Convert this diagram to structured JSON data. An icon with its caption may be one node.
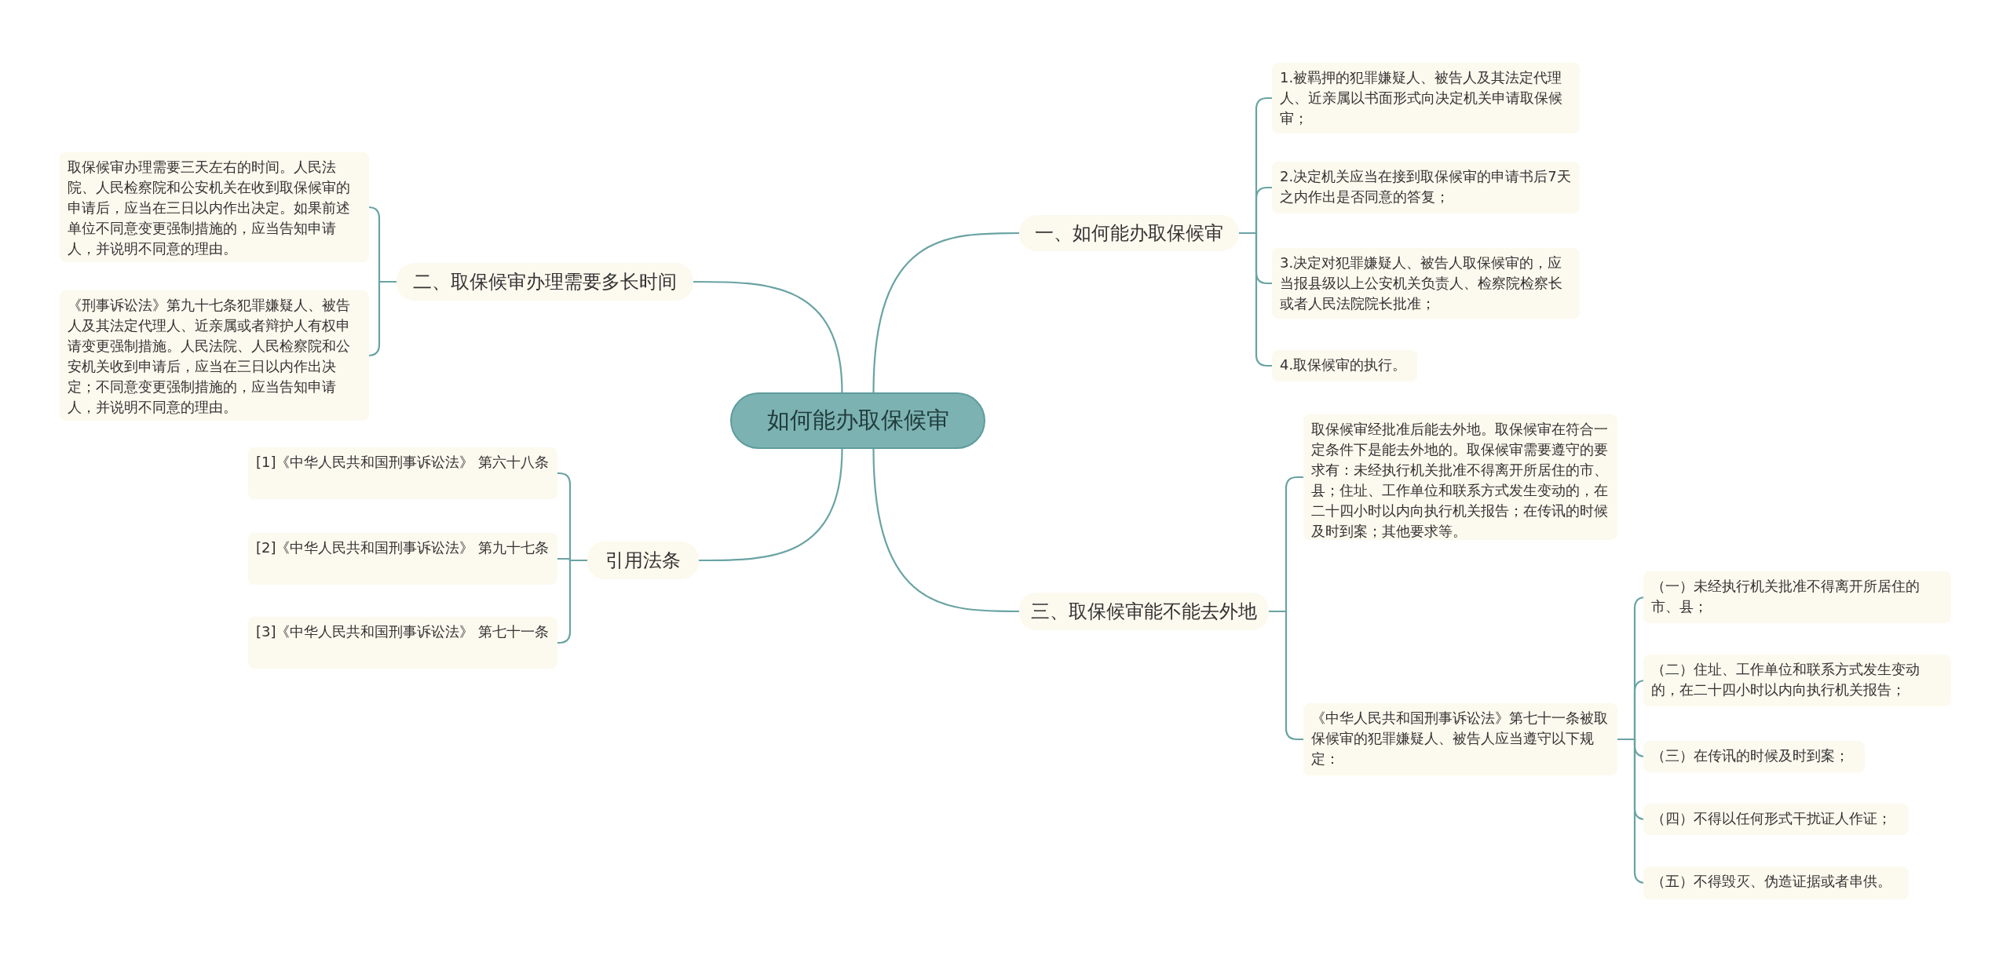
{
  "diagram": {
    "nodes": [
      {
        "text": [
          "如何能办取保候审"
        ]
      },
      {
        "text": [
          "一、如何能办取保候审"
        ]
      },
      {
        "text": [
          "1.被羁押的犯罪嫌疑人、被告人及其法定代理人、近亲属以书面形式向决定机关申请取保候审；"
        ]
      },
      {
        "text": [
          "2.决定机关应当在接到取保候审的申请书后7天之内作出是否同意的答复；"
        ]
      },
      {
        "text": [
          "3.决定对犯罪嫌疑人、被告人取保候审的，应当报县级以上公安机关负责人、检察院检察长或者人民法院院长批准；"
        ]
      },
      {
        "text": [
          "4.取保候审的执行。"
        ]
      },
      {
        "text": [
          "二、取保候审办理需要多长时间"
        ]
      },
      {
        "text": [
          "取保候审办理需要三天左右的时间。人民法院、人民检察院和公安机关在收到取保候审的申请后，应当在三日以内作出决定。如果前述单位不同意变更强制措施的，应当告知申请人，并说明不同意的理由。"
        ]
      },
      {
        "text": [
          "《刑事诉讼法》第九十七条犯罪嫌疑人、被告人及其法定代理人、近亲属或者辩护人有权申请变更强制措施。人民法院、人民检察院和公安机关收到申请后，应当在三日以内作出决定；不同意变更强制措施的，应当告知申请人，并说明不同意的理由。"
        ]
      },
      {
        "text": [
          "三、取保候审能不能去外地"
        ]
      },
      {
        "text": [
          "取保候审经批准后能去外地。取保候审在符合一定条件下是能去外地的。取保候审需要遵守的要求有：未经执行机关批准不得离开所居住的市、县；住址、工作单位和联系方式发生变动的，在二十四小时以内向执行机关报告；在传讯的时候及时到案；其他要求等。"
        ]
      },
      {
        "text": [
          "《中华人民共和国刑事诉讼法》第七十一条被取保候审的犯罪嫌疑人、被告人应当遵守以下规定："
        ]
      },
      {
        "text": [
          "（一）未经执行机关批准不得离开所居住的市、县；"
        ]
      },
      {
        "text": [
          "（二）住址、工作单位和联系方式发生变动的，在二十四小时以内向执行机关报告；"
        ]
      },
      {
        "text": [
          "（三）在传讯的时候及时到案；"
        ]
      },
      {
        "text": [
          "（四）不得以任何形式干扰证人作证；"
        ]
      },
      {
        "text": [
          "（五）不得毁灭、伪造证据或者串供。"
        ]
      },
      {
        "text": [
          "引用法条"
        ]
      },
      {
        "text": [
          "[1]《中华人民共和国刑事诉讼法》 第六十八条"
        ]
      },
      {
        "text": [
          "[2]《中华人民共和国刑事诉讼法》 第九十七条"
        ]
      },
      {
        "text": [
          "[3]《中华人民共和国刑事诉讼法》 第七十一条"
        ]
      }
    ],
    "edges": [
      {
        "from": 0,
        "to": 1,
        "arrow": "none"
      },
      {
        "from": 1,
        "to": 2,
        "arrow": "none"
      },
      {
        "from": 1,
        "to": 3,
        "arrow": "none"
      },
      {
        "from": 1,
        "to": 4,
        "arrow": "none"
      },
      {
        "from": 1,
        "to": 5,
        "arrow": "none"
      },
      {
        "from": 0,
        "to": 6,
        "arrow": "none"
      },
      {
        "from": 6,
        "to": 7,
        "arrow": "none"
      },
      {
        "from": 6,
        "to": 8,
        "arrow": "none"
      },
      {
        "from": 0,
        "to": 9,
        "arrow": "none"
      },
      {
        "from": 9,
        "to": 10,
        "arrow": "none"
      },
      {
        "from": 9,
        "to": 11,
        "arrow": "none"
      },
      {
        "from": 11,
        "to": 12,
        "arrow": "none"
      },
      {
        "from": 11,
        "to": 13,
        "arrow": "none"
      },
      {
        "from": 11,
        "to": 14,
        "arrow": "none"
      },
      {
        "from": 11,
        "to": 15,
        "arrow": "none"
      },
      {
        "from": 11,
        "to": 16,
        "arrow": "none"
      },
      {
        "from": 0,
        "to": 17,
        "arrow": "none"
      },
      {
        "from": 17,
        "to": 18,
        "arrow": "none"
      },
      {
        "from": 17,
        "to": 19,
        "arrow": "none"
      },
      {
        "from": 17,
        "to": 20,
        "arrow": "none"
      }
    ]
  }
}
